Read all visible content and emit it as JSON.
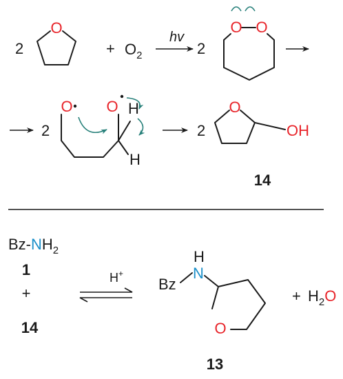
{
  "reaction1": {
    "coef_thf": "2",
    "plus": "+",
    "o2": "O",
    "o2_sub": "2",
    "condition": "hv",
    "coef_peroxide": "2",
    "peroxide_o1": "O",
    "peroxide_o2": "O"
  },
  "reaction1b": {
    "coef_diradical": "2",
    "rad_o1": "O",
    "rad_o2": "O",
    "h_top": "H",
    "h_bottom": "H",
    "coef_product": "2",
    "ring_o": "O",
    "oh": "OH",
    "product_label": "14"
  },
  "reaction2": {
    "amide_prefix": "Bz-",
    "amide_n": "N",
    "amide_h": "H",
    "amide_sub": "2",
    "amide_label": "1",
    "plus": "+",
    "reagent_label": "14",
    "catalyst": "H",
    "catalyst_sup": "+",
    "product_bz": "Bz",
    "product_n": "N",
    "product_nh": "H",
    "product_ring_o": "O",
    "product_label": "13",
    "water_plus": "+",
    "water_h": "H",
    "water_sub": "2",
    "water_o": "O"
  }
}
